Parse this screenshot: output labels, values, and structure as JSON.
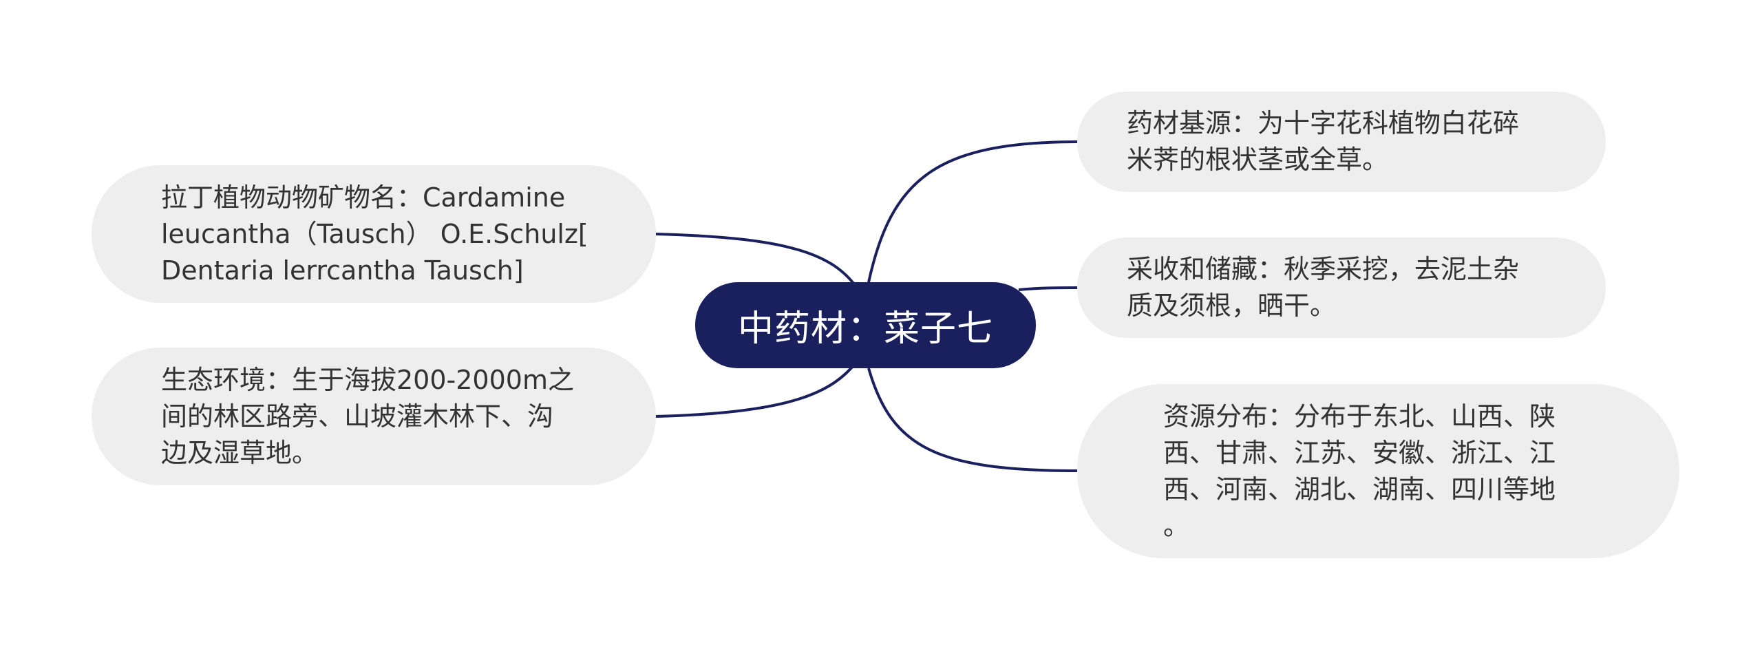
{
  "center": {
    "label": "中药材：菜子七"
  },
  "branches": {
    "latin_name": "拉丁植物动物矿物名：Cardamine\nleucantha（Tausch） O.E.Schulz[\nDentaria lerrcantha Tausch]",
    "habitat": "生态环境：生于海拔200-2000m之\n间的林区路旁、山坡灌木林下、沟\n边及湿草地。",
    "source": "药材基源：为十字花科植物白花碎\n米荠的根状茎或全草。",
    "harvest": "采收和储藏：秋季采挖，去泥土杂\n质及须根，晒干。",
    "distribution": "资源分布：分布于东北、山西、陕\n西、甘肃、江苏、安徽、浙江、江\n西、河南、湖北、湖南、四川等地\n。"
  },
  "colors": {
    "center_fill": "#1a1f5e",
    "center_text": "#ffffff",
    "node_fill": "#eeeeee",
    "node_text": "#333333",
    "connector": "#1a1f5e"
  }
}
